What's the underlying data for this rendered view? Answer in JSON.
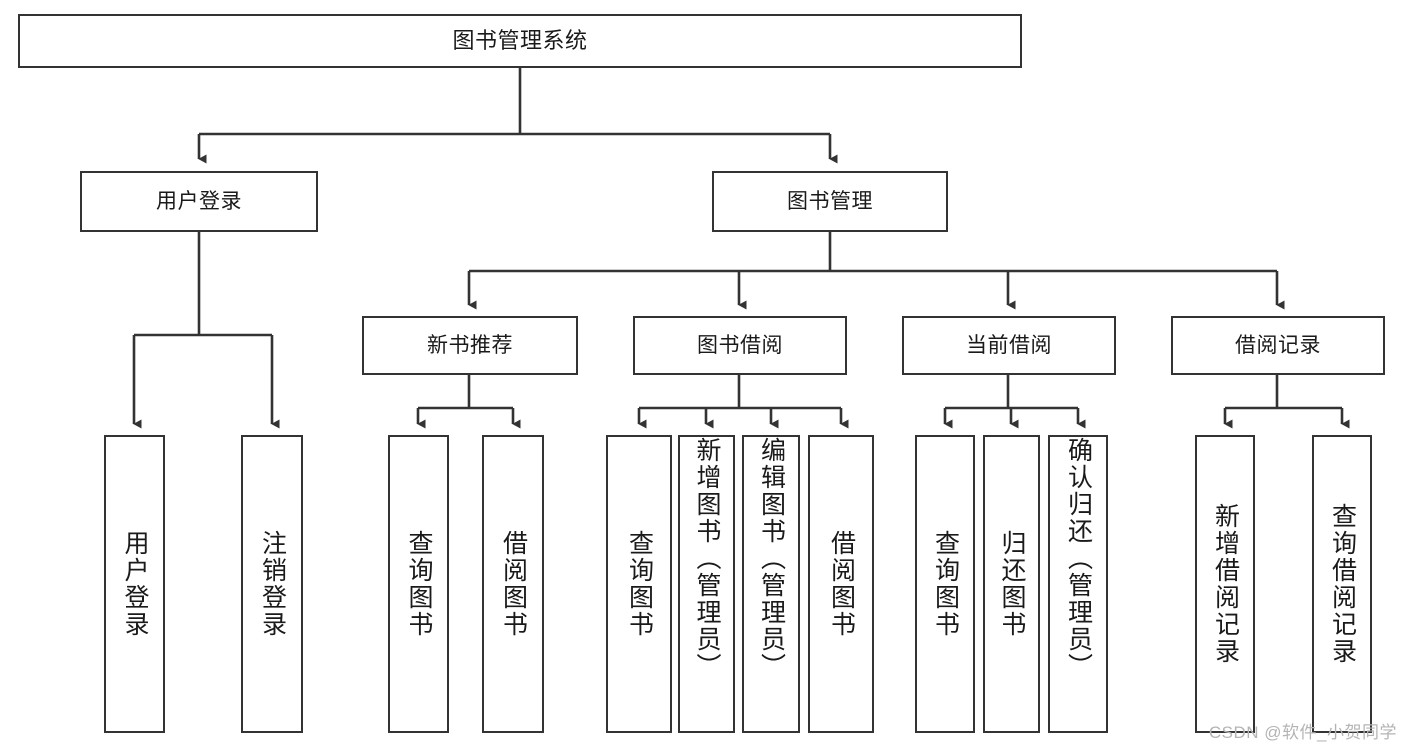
{
  "diagram": {
    "type": "tree",
    "title": "图书管理系统",
    "style": {
      "box_border_color": "#333333",
      "box_fill_color": "#ffffff",
      "edge_color": "#333333",
      "text_color": "#1a1a1a",
      "background": "#ffffff",
      "watermark_color": "#b4b4b4"
    },
    "nodes": {
      "root": {
        "label": "图书管理系统"
      },
      "level2": [
        {
          "id": "user-login",
          "label": "用户登录"
        },
        {
          "id": "book-manage",
          "label": "图书管理"
        }
      ],
      "level3": [
        {
          "id": "new-book-rec",
          "label": "新书推荐"
        },
        {
          "id": "book-borrow",
          "label": "图书借阅"
        },
        {
          "id": "current-borrow",
          "label": "当前借阅"
        },
        {
          "id": "borrow-record",
          "label": "借阅记录"
        }
      ],
      "leaves": {
        "user-login": [
          {
            "id": "leaf-user-login",
            "label": "用户登录"
          },
          {
            "id": "leaf-logout",
            "label": "注销登录"
          }
        ],
        "new-book-rec": [
          {
            "id": "leaf-query-book-1",
            "label": "查询图书"
          },
          {
            "id": "leaf-borrow-book-1",
            "label": "借阅图书"
          }
        ],
        "book-borrow": [
          {
            "id": "leaf-query-book-2",
            "label": "查询图书"
          },
          {
            "id": "leaf-add-book",
            "label": "新增图书（管理员）"
          },
          {
            "id": "leaf-edit-book",
            "label": "编辑图书（管理员）"
          },
          {
            "id": "leaf-borrow-book-2",
            "label": "借阅图书"
          }
        ],
        "current-borrow": [
          {
            "id": "leaf-query-book-3",
            "label": "查询图书"
          },
          {
            "id": "leaf-return-book",
            "label": "归还图书"
          },
          {
            "id": "leaf-confirm-return",
            "label": "确认归还（管理员）"
          }
        ],
        "borrow-record": [
          {
            "id": "leaf-add-record",
            "label": "新增借阅记录"
          },
          {
            "id": "leaf-query-record",
            "label": "查询借阅记录"
          }
        ]
      }
    }
  },
  "watermark": {
    "text": "CSDN @软件_小贺同学"
  }
}
